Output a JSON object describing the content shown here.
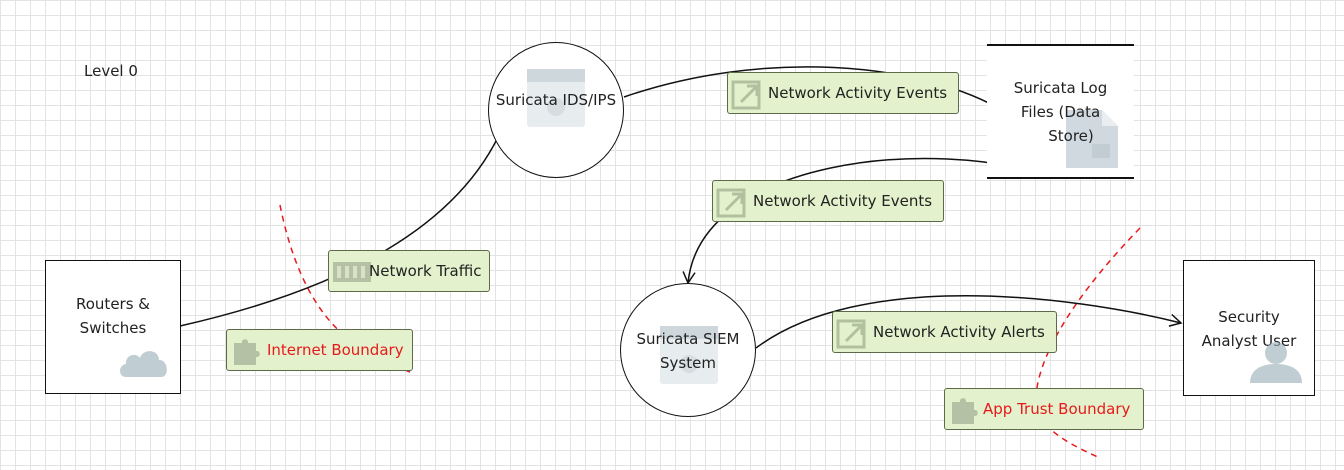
{
  "canvas": {
    "level_label": "Level 0"
  },
  "entities": {
    "routers": {
      "line1": "Routers &",
      "line2": "Switches",
      "icon": "cloud-icon"
    },
    "analyst": {
      "line1": "Security",
      "line2": "Analyst User",
      "icon": "user-icon"
    }
  },
  "processes": {
    "ids": {
      "label": "Suricata IDS/IPS",
      "icon": "window-icon"
    },
    "siem": {
      "line1": "Suricata SIEM",
      "line2": "System",
      "icon": "window-icon"
    }
  },
  "data_store": {
    "line1": "Suricata Log",
    "line2": "Files (Data",
    "line3": "Store)",
    "icon": "document-icon"
  },
  "flows": {
    "network_traffic": {
      "label": "Network Traffic",
      "icon": "data-flow-icon"
    },
    "events_to_store": {
      "label": "Network Activity Events",
      "icon": "arrow-box-icon"
    },
    "events_to_siem": {
      "label": "Network Activity Events",
      "icon": "arrow-box-icon"
    },
    "alerts": {
      "label": "Network Activity Alerts",
      "icon": "arrow-box-icon"
    }
  },
  "boundaries": {
    "internet": {
      "label": "Internet Boundary",
      "icon": "puzzle-icon"
    },
    "app": {
      "label": "App Trust Boundary",
      "icon": "puzzle-icon"
    }
  },
  "colors": {
    "label_fill": "#e3f2cc",
    "label_border": "#5c6a4a",
    "boundary": "#e8191b",
    "grid": "#e3e3e3",
    "stroke": "#111111"
  }
}
